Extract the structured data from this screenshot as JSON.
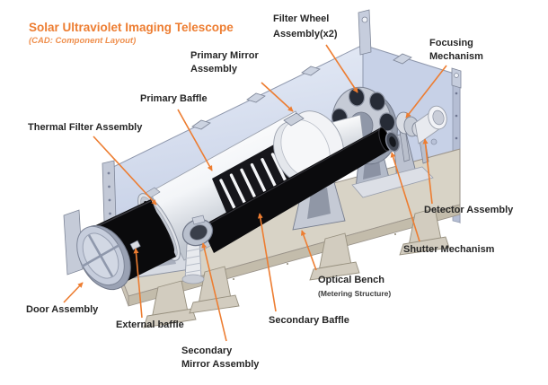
{
  "header": {
    "title": "Solar Ultraviolet Imaging Telescope",
    "subtitle": "(CAD: Component Layout)"
  },
  "labels": {
    "filter_wheel": "Filter Wheel\nAssembly(x2)",
    "focusing": "Focusing\nMechanism",
    "primary_mirror": "Primary Mirror\nAssembly",
    "primary_baffle": "Primary Baffle",
    "thermal_filter": "Thermal Filter Assembly",
    "detector": "Detector Assembly",
    "shutter": "Shutter Mechanism",
    "optical_bench": "Optical Bench",
    "optical_bench_sub": "(Metering Structure)",
    "secondary_baffle": "Secondary Baffle",
    "door": "Door Assembly",
    "external_baffle": "External baffle",
    "secondary_mirror": "Secondary\nMirror Assembly"
  },
  "colors": {
    "accent_orange": "#ED7D31",
    "label_text": "#262626",
    "wall_lavender": "#CCD6EB",
    "bench_tan": "#D8D3C6",
    "baffle_black": "#0B0B0D",
    "tube_white": "#F7F8FA"
  }
}
